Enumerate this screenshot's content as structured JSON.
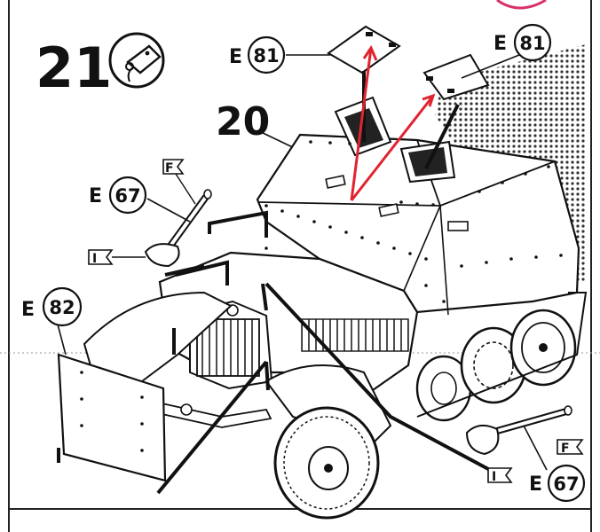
{
  "step": {
    "number": "21"
  },
  "part_label": "20",
  "callouts": [
    {
      "id": "e81-left",
      "letter": "E",
      "number": "81"
    },
    {
      "id": "e81-right",
      "letter": "E",
      "number": "81"
    },
    {
      "id": "e67-left",
      "letter": "E",
      "number": "67"
    },
    {
      "id": "e82",
      "letter": "E",
      "number": "82"
    },
    {
      "id": "e67-right",
      "letter": "E",
      "number": "67"
    }
  ],
  "flags": {
    "f_top": "F",
    "i_left": "I",
    "i_right": "I",
    "f_right": "F"
  },
  "icons": {
    "glue_icon": "glue-tag-icon",
    "highlight_color": "#e0242f",
    "pink_mark_color": "#d8306a"
  }
}
